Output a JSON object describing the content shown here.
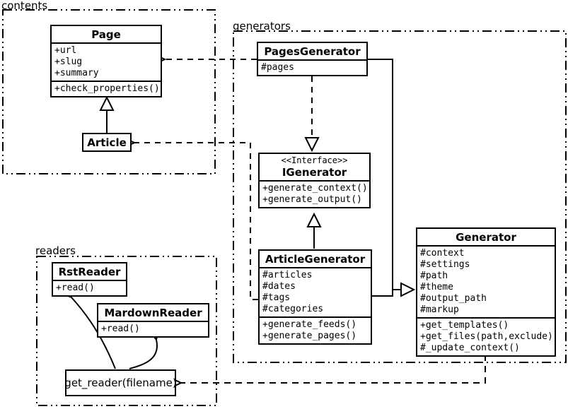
{
  "diagram": {
    "background": "#ffffff",
    "line_color": "#000000"
  },
  "packages": {
    "contents": {
      "label": "contents"
    },
    "generators": {
      "label": "generators"
    },
    "readers": {
      "label": "readers"
    }
  },
  "classes": {
    "page": {
      "name": "Page",
      "attributes": [
        "+url",
        "+slug",
        "+summary"
      ],
      "methods": [
        "+check_properties()"
      ]
    },
    "article": {
      "name": "Article"
    },
    "pages_generator": {
      "name": "PagesGenerator",
      "attributes": [
        "#pages"
      ]
    },
    "igenerator": {
      "stereotype": "<<Interface>>",
      "name": "IGenerator",
      "methods": [
        "+generate_context()",
        "+generate_output()"
      ]
    },
    "article_generator": {
      "name": "ArticleGenerator",
      "attributes": [
        "#articles",
        "#dates",
        "#tags",
        "#categories"
      ],
      "methods": [
        "+generate_feeds()",
        "+generate_pages()"
      ]
    },
    "generator": {
      "name": "Generator",
      "attributes": [
        "#context",
        "#settings",
        "#path",
        "#theme",
        "#output_path",
        "#markup"
      ],
      "methods": [
        "+get_templates()",
        "+get_files(path,exclude)",
        "#_update_context()"
      ]
    },
    "rst_reader": {
      "name": "RstReader",
      "methods": [
        "+read()"
      ]
    },
    "mardown_reader": {
      "name": "MardownReader",
      "methods": [
        "+read()"
      ]
    },
    "get_reader": {
      "label": "get_reader(filename)"
    }
  }
}
